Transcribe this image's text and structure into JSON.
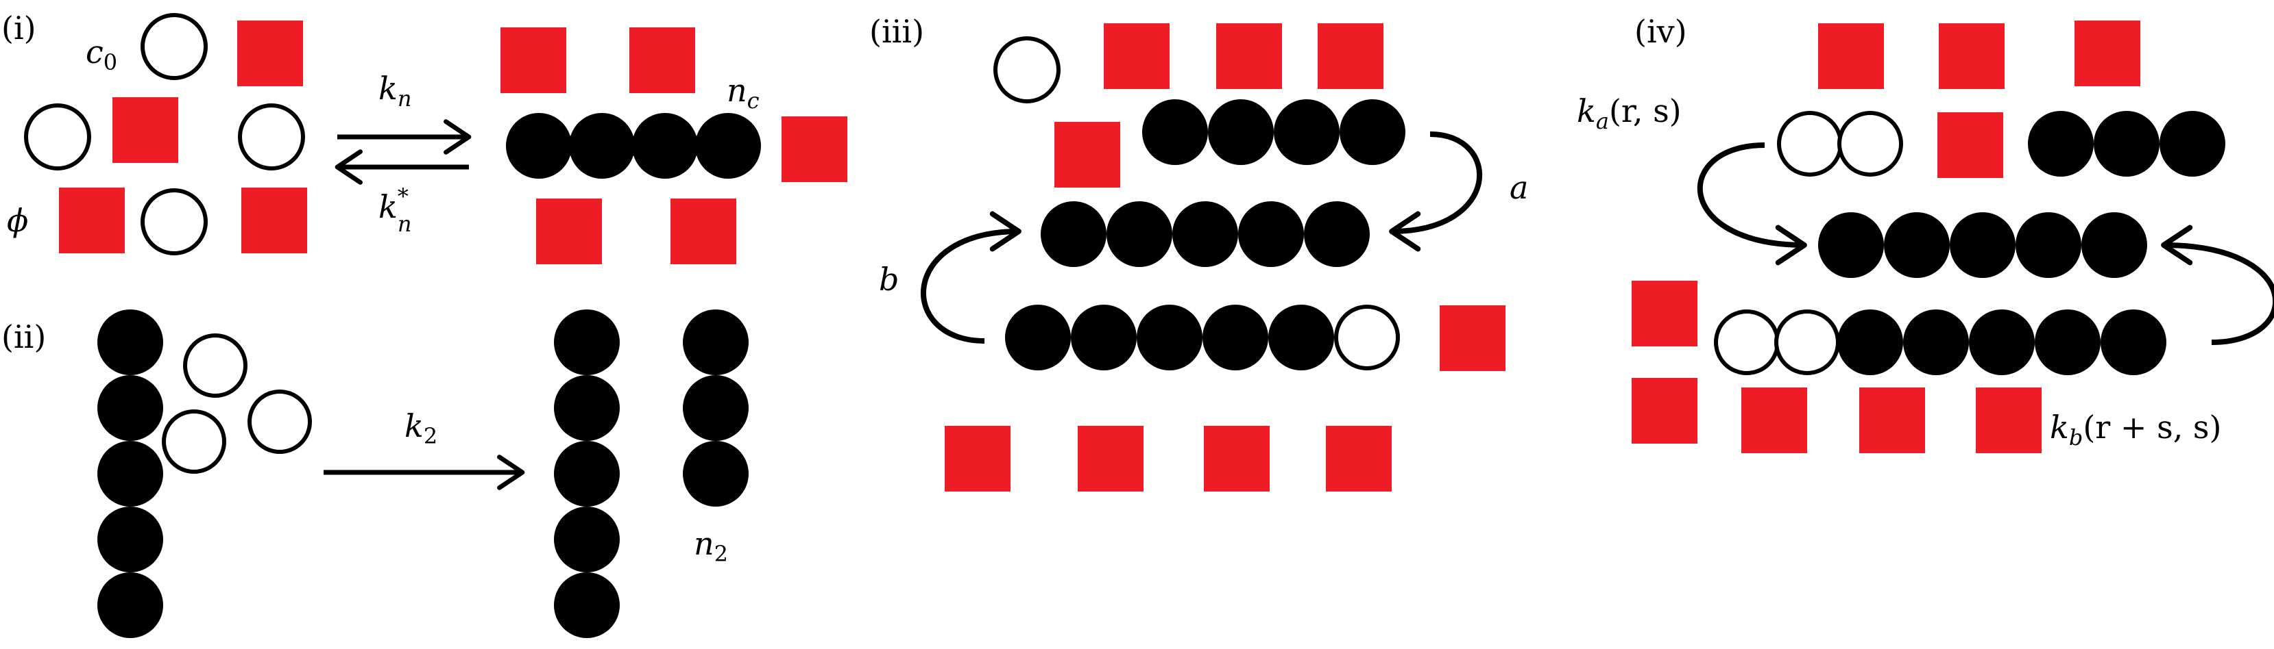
{
  "colors": {
    "filled": "#000000",
    "open_stroke": "#000000",
    "square": "#ee1c25",
    "background": "#ffffff"
  },
  "panels": {
    "i": {
      "label": "(i)",
      "c0": "c",
      "c0_sub": "0",
      "phi": "ϕ",
      "kn": "k",
      "kn_sub": "n",
      "knstar": "k",
      "knstar_sup": "*",
      "knstar_sub": "n",
      "nc": "n",
      "nc_sub": "c"
    },
    "ii": {
      "label": "(ii)",
      "k2": "k",
      "k2_sub": "2",
      "n2": "n",
      "n2_sub": "2"
    },
    "iii": {
      "label": "(iii)",
      "a": "a",
      "b": "b"
    },
    "iv": {
      "label": "(iv)",
      "ka": "k",
      "ka_sub": "a",
      "ka_args": "(r, s)",
      "kb": "k",
      "kb_sub": "b",
      "kb_args": "(r + s, s)"
    }
  }
}
